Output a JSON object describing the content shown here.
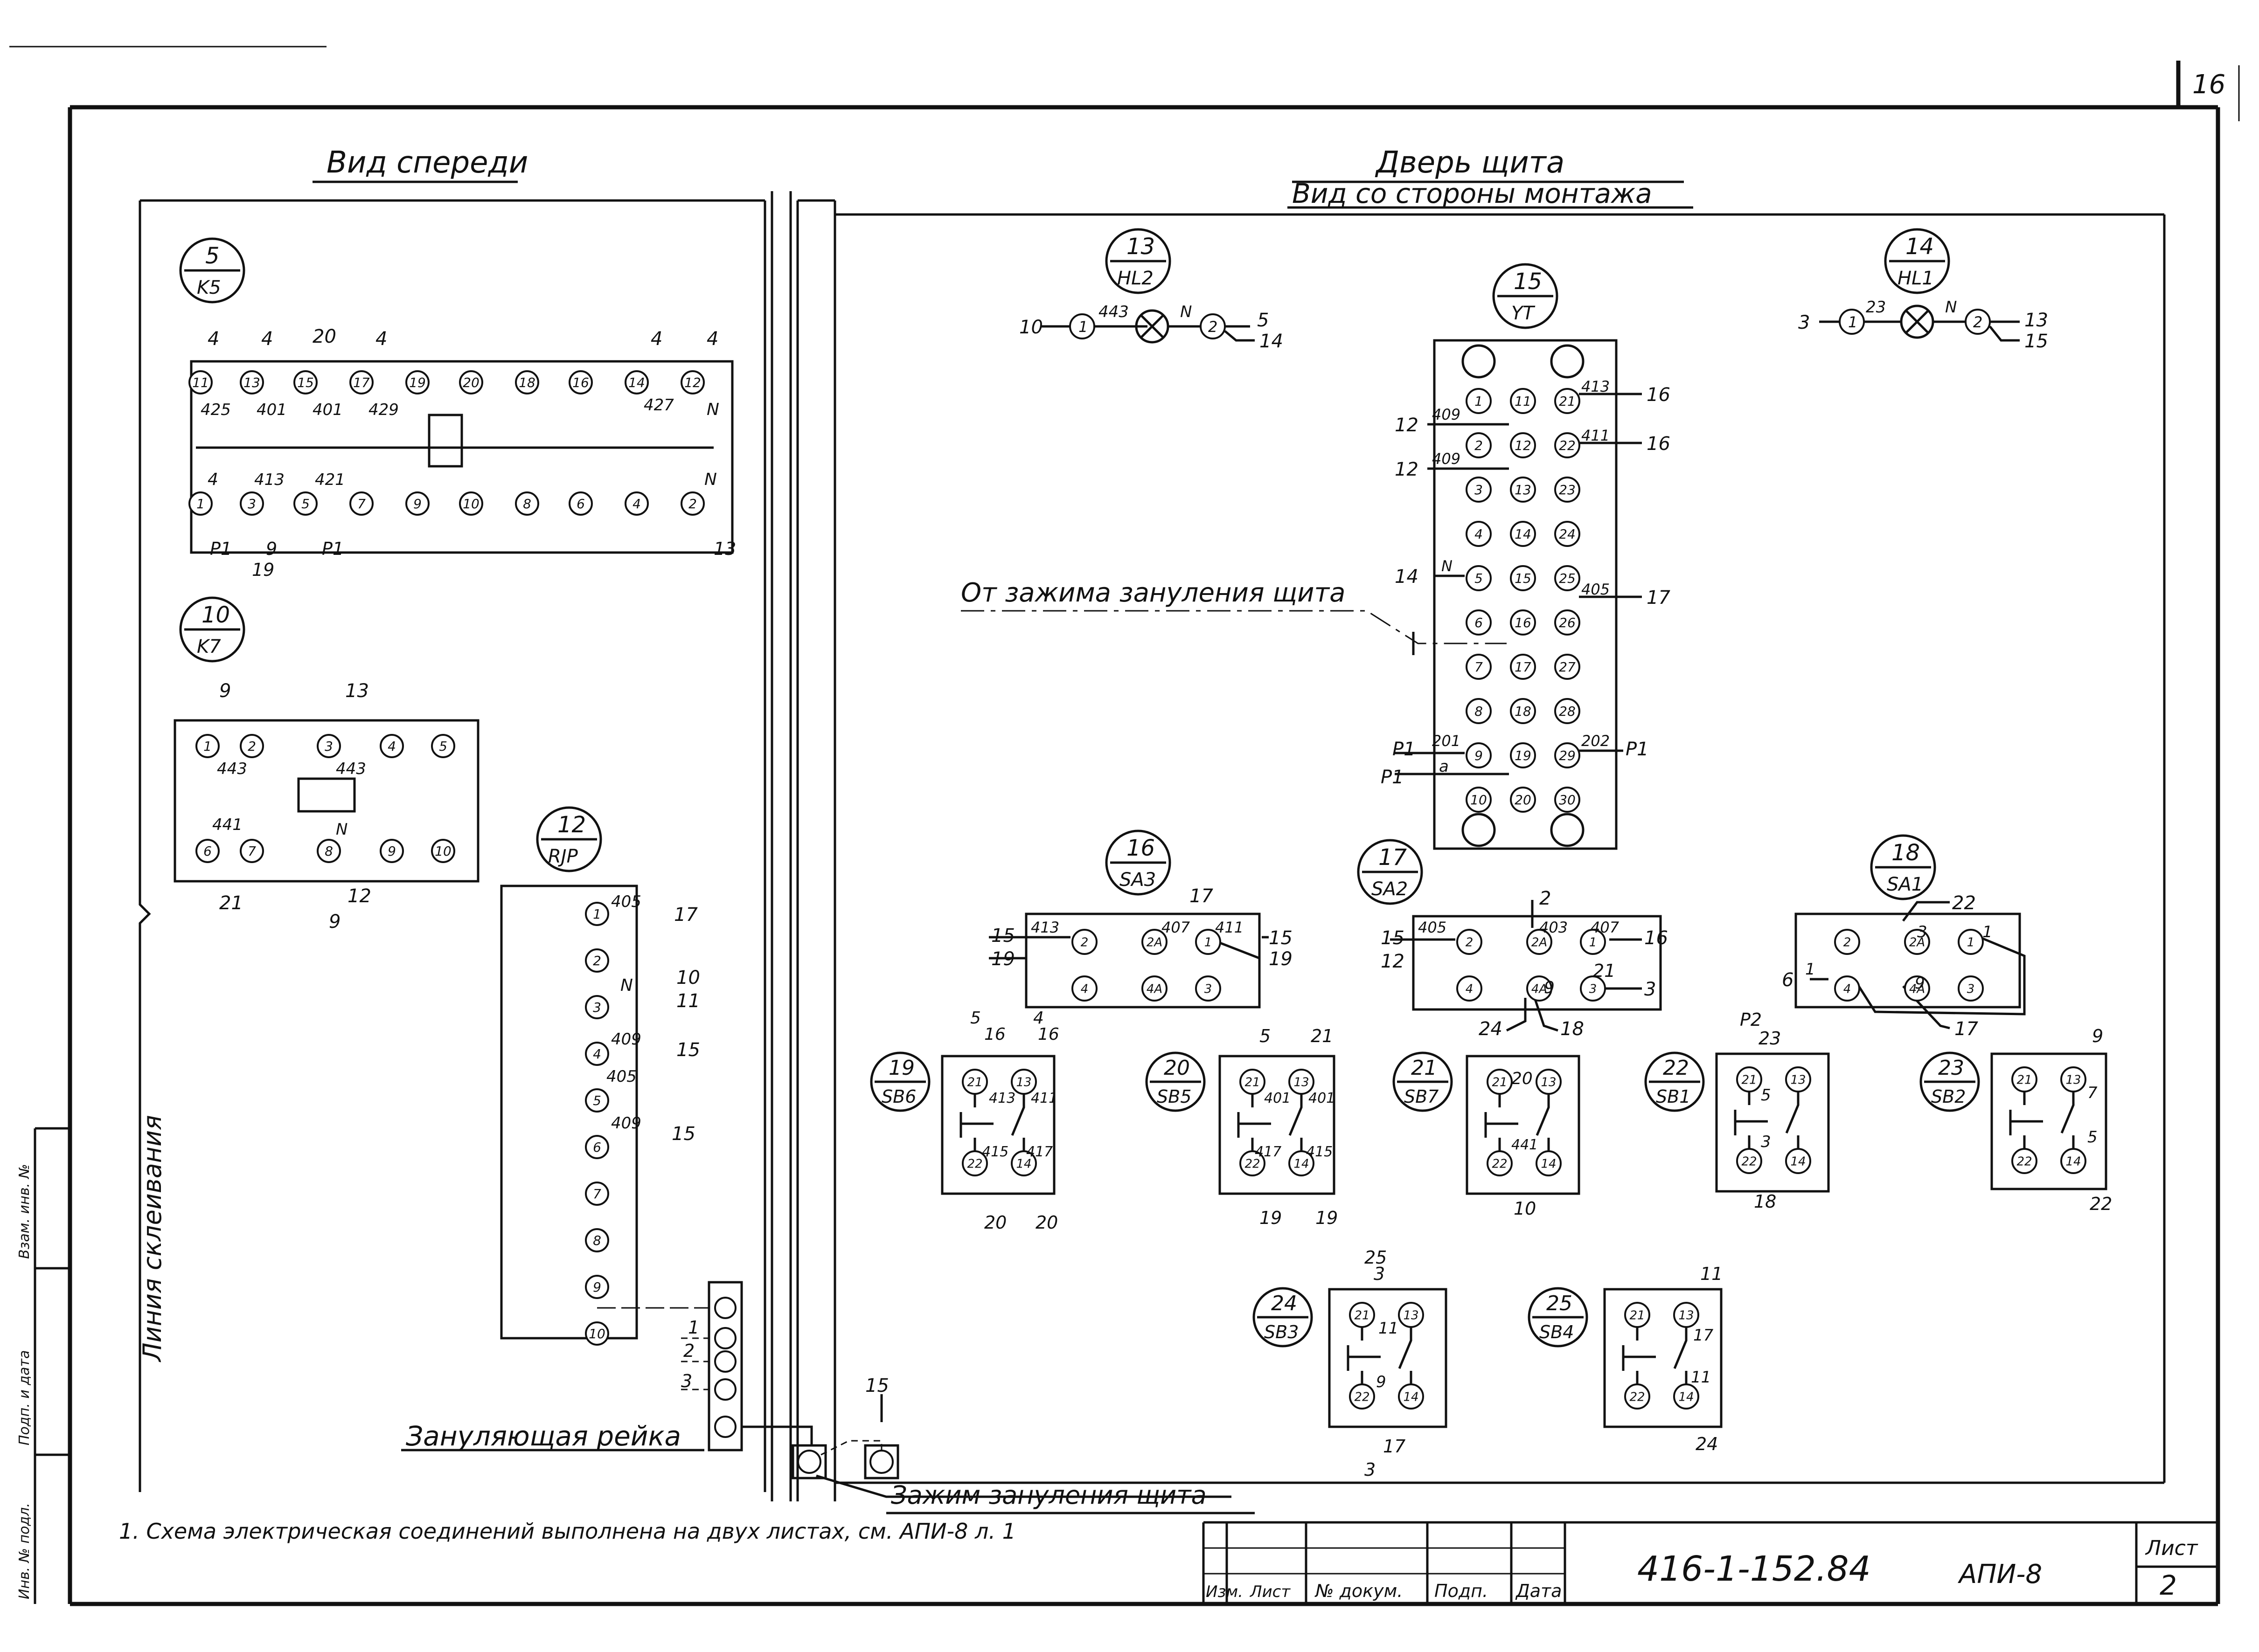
{
  "sheet_number": "16",
  "titles": {
    "front_view": "Вид спереди",
    "door": "Дверь щита",
    "door_view": "Вид со стороны монтажа"
  },
  "labels": {
    "earthing_clamp_from": "От зажима зануления щита",
    "earthing_rail": "Зануляющая рейка",
    "earthing_clamp": "Зажим зануления щита",
    "glue_line": "Линия склеивания"
  },
  "note": "1. Схема электрическая соединений выполнена на двух листах, см. АПИ-8 л. 1",
  "side_stamp": [
    "Инв. № подл.",
    "Подп. и дата",
    "Взам. инв. №"
  ],
  "title_block": {
    "headers": [
      "Изм.",
      "Лист",
      "№ докум.",
      "Подп.",
      "Дата"
    ],
    "doc_number": "416-1-152.84",
    "doc_code": "АПИ-8",
    "sheet_label": "Лист",
    "sheet_value": "2"
  },
  "components": {
    "k5": {
      "num": "5",
      "code": "K5"
    },
    "k7": {
      "num": "10",
      "code": "K7"
    },
    "rjp": {
      "num": "12",
      "code": "RJP"
    },
    "hl2": {
      "num": "13",
      "code": "HL2"
    },
    "hl1": {
      "num": "14",
      "code": "HL1"
    },
    "yt": {
      "num": "15",
      "code": "YT"
    },
    "sa3": {
      "num": "16",
      "code": "SA3"
    },
    "sa2": {
      "num": "17",
      "code": "SA2"
    },
    "sa1": {
      "num": "18",
      "code": "SA1"
    },
    "sb6": {
      "num": "19",
      "code": "SB6"
    },
    "sb5": {
      "num": "20",
      "code": "SB5"
    },
    "sb7": {
      "num": "21",
      "code": "SB7"
    },
    "sb1": {
      "num": "22",
      "code": "SB1"
    },
    "sb2": {
      "num": "23",
      "code": "SB2"
    },
    "sb3": {
      "num": "24",
      "code": "SB3"
    },
    "sb4": {
      "num": "25",
      "code": "SB4"
    }
  },
  "k5": {
    "top_pins": [
      "11",
      "13",
      "15",
      "17",
      "19",
      "20",
      "18",
      "16",
      "14",
      "12"
    ],
    "bottom_pins": [
      "1",
      "3",
      "5",
      "7",
      "9",
      "10",
      "8",
      "6",
      "4",
      "2"
    ],
    "top_wires": [
      "4",
      "4",
      "20",
      "4",
      "4",
      "4"
    ],
    "inner": [
      "425",
      "401",
      "401",
      "429",
      "427",
      "N",
      "413",
      "421",
      "N",
      "4"
    ],
    "bottom_wires": [
      "P1",
      "9",
      "P1",
      "13",
      "19"
    ]
  },
  "k7": {
    "top_pins": [
      "1",
      "2",
      "3",
      "4",
      "5"
    ],
    "bottom_pins": [
      "6",
      "7",
      "8",
      "9",
      "10"
    ],
    "wires": [
      "9",
      "13",
      "21",
      "12",
      "9"
    ],
    "inner": [
      "443",
      "443",
      "441",
      "N"
    ]
  },
  "rjp": {
    "pins": [
      "1",
      "2",
      "3",
      "4",
      "5",
      "6",
      "7",
      "8",
      "9",
      "10"
    ],
    "inner": [
      "405",
      "N",
      "409",
      "405",
      "409"
    ],
    "wires": [
      "17",
      "10",
      "11",
      "15",
      "15"
    ]
  },
  "hl2": {
    "left_wire": "10",
    "left_pin": "1",
    "mid_left": "443",
    "mid_right": "N",
    "right_pin": "2",
    "right_wires": [
      "5",
      "14"
    ]
  },
  "hl1": {
    "left_wire": "3",
    "left_pin": "1",
    "mid_left": "23",
    "mid_right": "N",
    "right_pin": "2",
    "right_wires": [
      "13",
      "15"
    ]
  },
  "yt": {
    "col1": [
      "1",
      "2",
      "3",
      "4",
      "5",
      "6",
      "7",
      "8",
      "9",
      "10"
    ],
    "col2": [
      "11",
      "12",
      "13",
      "14",
      "15",
      "16",
      "17",
      "18",
      "19",
      "20"
    ],
    "col3": [
      "21",
      "22",
      "23",
      "24",
      "25",
      "26",
      "27",
      "28",
      "29",
      "30"
    ],
    "left_wires": [
      "12",
      "409",
      "12",
      "409",
      "14",
      "N",
      "P1",
      "201",
      "P1",
      "a"
    ],
    "right_wires": [
      "413",
      "16",
      "411",
      "16",
      "405",
      "17",
      "202",
      "P1"
    ]
  },
  "sa3": {
    "pins": [
      "2",
      "2A",
      "1",
      "4",
      "4A",
      "3"
    ],
    "wires": [
      "15",
      "19",
      "413",
      "17",
      "407",
      "411",
      "15",
      "19"
    ]
  },
  "sa2": {
    "pins": [
      "2",
      "2A",
      "1",
      "4",
      "4A",
      "3"
    ],
    "wires": [
      "15",
      "12",
      "405",
      "2",
      "403",
      "407",
      "16",
      "21",
      "3",
      "9",
      "24",
      "18"
    ]
  },
  "sa1": {
    "pins": [
      "2",
      "2A",
      "1",
      "4",
      "4A",
      "3"
    ],
    "wires": [
      "22",
      "3",
      "1",
      "6",
      "1",
      "9",
      "17"
    ]
  },
  "sb6": {
    "pins": [
      "21",
      "13",
      "22",
      "14"
    ],
    "wires": [
      "5",
      "16",
      "4",
      "16",
      "413",
      "411",
      "415",
      "417",
      "20",
      "20"
    ]
  },
  "sb5": {
    "pins": [
      "21",
      "13",
      "22",
      "14"
    ],
    "wires": [
      "5",
      "21",
      "401",
      "401",
      "417",
      "415",
      "19",
      "19"
    ]
  },
  "sb7": {
    "pins": [
      "21",
      "13",
      "22",
      "14"
    ],
    "wires": [
      "20",
      "441",
      "10"
    ]
  },
  "sb1": {
    "pins": [
      "21",
      "13",
      "22",
      "14"
    ],
    "wires": [
      "P2",
      "23",
      "5",
      "3",
      "18"
    ]
  },
  "sb2": {
    "pins": [
      "21",
      "13",
      "22",
      "14"
    ],
    "wires": [
      "9",
      "7",
      "5",
      "22"
    ]
  },
  "sb3": {
    "pins": [
      "21",
      "13",
      "22",
      "14"
    ],
    "wires": [
      "25",
      "3",
      "11",
      "9",
      "17",
      "3"
    ]
  },
  "sb4": {
    "pins": [
      "21",
      "13",
      "22",
      "14"
    ],
    "wires": [
      "11",
      "17",
      "11",
      "24"
    ]
  },
  "terminals": {
    "labels": [
      "1",
      "2",
      "3"
    ],
    "wire": "15"
  }
}
